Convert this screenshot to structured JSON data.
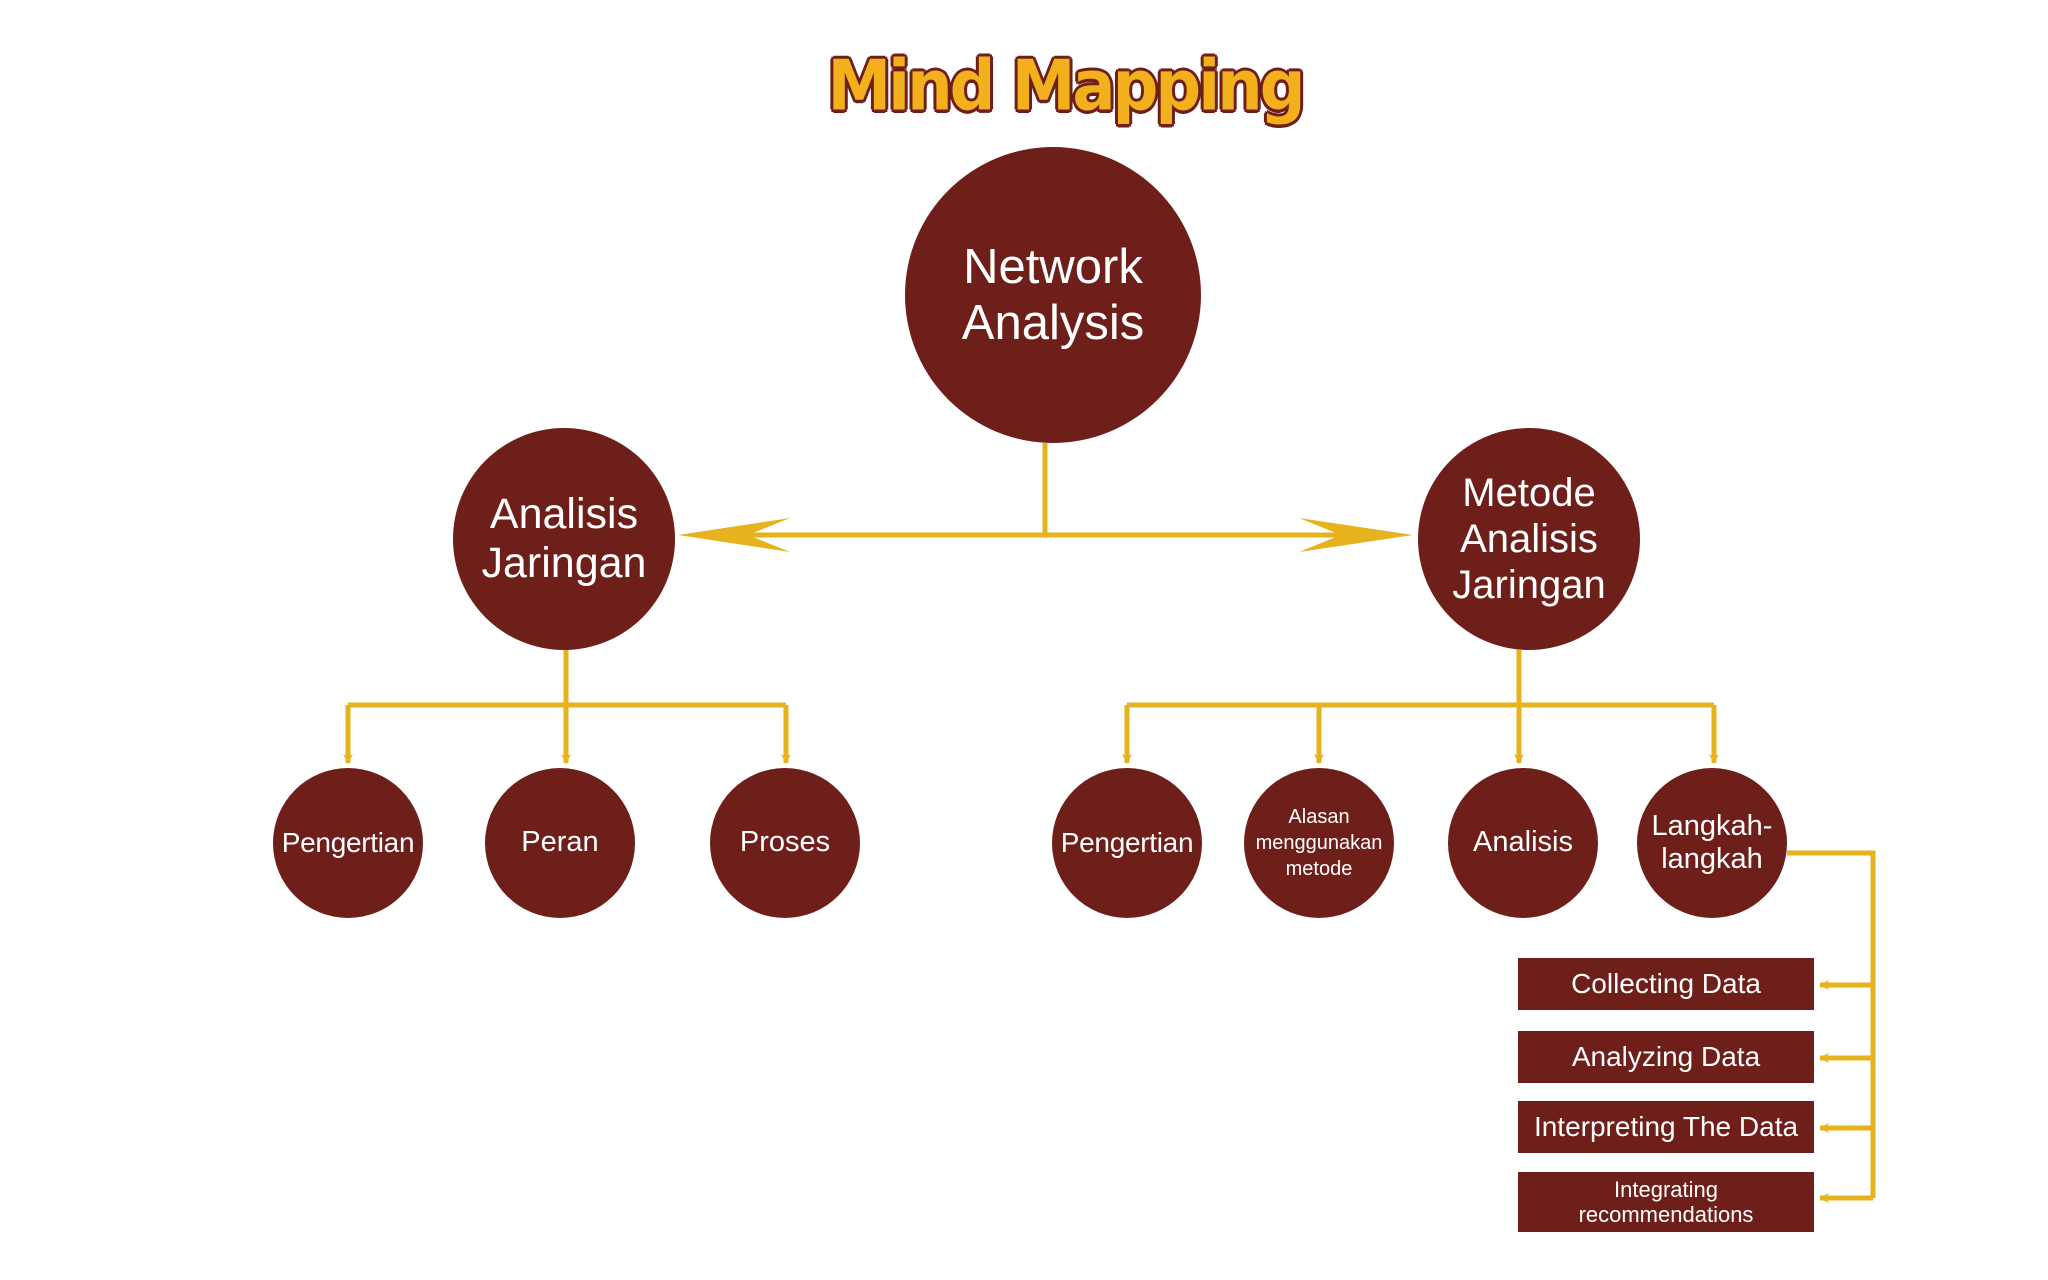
{
  "title": "Mind Mapping",
  "colors": {
    "node_fill": "#6e1f1a",
    "connector": "#e6b21e",
    "title_fill": "#f2b01c",
    "text": "#ffffff"
  },
  "root": {
    "label_line1": "Network",
    "label_line2": "Analysis"
  },
  "branch_left": {
    "label_line1": "Analisis",
    "label_line2": "Jaringan",
    "children": [
      "Pengertian",
      "Peran",
      "Proses"
    ]
  },
  "branch_right": {
    "label_line1": "Metode",
    "label_line2": "Analisis",
    "label_line3": "Jaringan",
    "children": {
      "pengertian": "Pengertian",
      "alasan_line1": "Alasan",
      "alasan_line2": "menggunakan",
      "alasan_line3": "metode",
      "analisis": "Analisis",
      "langkah_line1": "Langkah-",
      "langkah_line2": "langkah"
    }
  },
  "steps": [
    "Collecting Data",
    "Analyzing Data",
    "Interpreting The Data"
  ],
  "step_last": {
    "line1": "Integrating",
    "line2": "recommendations"
  }
}
